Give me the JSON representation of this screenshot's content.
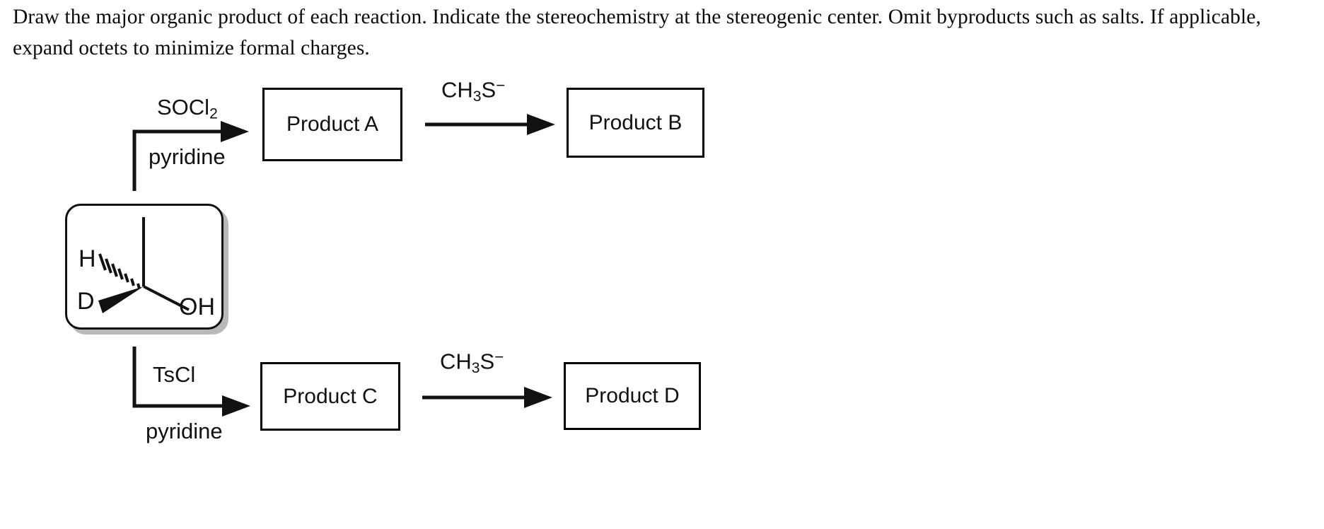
{
  "prompt": {
    "text": "Draw the major organic product of each reaction. Indicate the stereochemistry at the stereogenic center. Omit byproducts such as salts. If applicable, expand octets to minimize formal charges."
  },
  "scheme": {
    "starting_material": {
      "name": "deuterated-chiral-alcohol",
      "atoms": [
        {
          "label": "H",
          "bond": "hashed-wedge",
          "position": "left"
        },
        {
          "label": "D",
          "bond": "bold-wedge",
          "position": "lower-left"
        },
        {
          "label": "OH",
          "bond": "plain",
          "position": "lower-right"
        }
      ],
      "h_label": "H",
      "d_label": "D",
      "oh_label": "OH"
    },
    "branches": [
      {
        "id": "top",
        "step1": {
          "reagent_above_html": "SOCl<sub>2</sub>",
          "reagent_above_text": "SOCl2",
          "reagent_below": "pyridine",
          "product_label": "Product A"
        },
        "step2": {
          "reagent_above_text": "CH3S-",
          "reagent_below": "",
          "product_label": "Product B"
        }
      },
      {
        "id": "bottom",
        "step1": {
          "reagent_above_text": "TsCl",
          "reagent_below": "pyridine",
          "product_label": "Product C"
        },
        "step2": {
          "reagent_above_text": "CH3S-",
          "reagent_below": "",
          "product_label": "Product D"
        }
      }
    ],
    "reagent_parts": {
      "socl2_main": "SOCl",
      "socl2_sub": "2",
      "tscl": "TsCl",
      "pyridine": "pyridine",
      "methanethiolate_c": "CH",
      "methanethiolate_sub": "3",
      "methanethiolate_s": "S",
      "methanethiolate_charge": "−"
    },
    "product_labels": {
      "a": "Product A",
      "b": "Product B",
      "c": "Product C",
      "d": "Product D"
    }
  },
  "colors": {
    "ink": "#111111",
    "shadow": "#b9b9b9",
    "background": "#ffffff"
  }
}
